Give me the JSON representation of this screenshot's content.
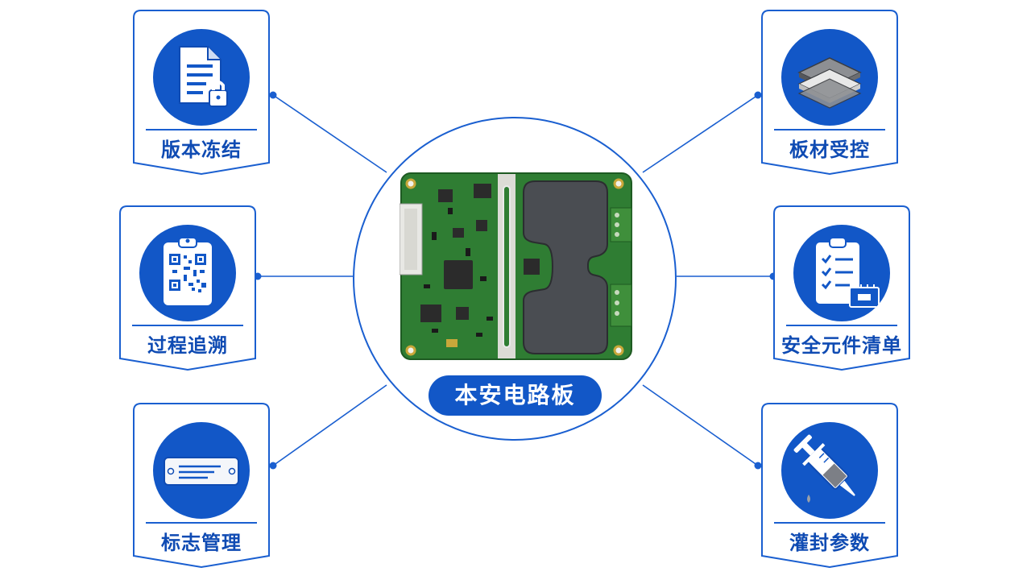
{
  "center": {
    "label": "本安电路板"
  },
  "nodes": [
    {
      "id": "version-freeze",
      "label": "版本冻结",
      "icon": "document-lock-icon"
    },
    {
      "id": "process-trace",
      "label": "过程追溯",
      "icon": "qr-clipboard-icon"
    },
    {
      "id": "label-management",
      "label": "标志管理",
      "icon": "nameplate-icon"
    },
    {
      "id": "material-control",
      "label": "板材受控",
      "icon": "layered-board-icon"
    },
    {
      "id": "safety-parts-list",
      "label": "安全元件清单",
      "icon": "checklist-chip-icon"
    },
    {
      "id": "potting-params",
      "label": "灌封参数",
      "icon": "syringe-icon"
    }
  ],
  "colors": {
    "primary": "#1257c7",
    "line": "#1a5fd0",
    "pcb": "#2e7d32",
    "potting": "#4a4d52"
  }
}
